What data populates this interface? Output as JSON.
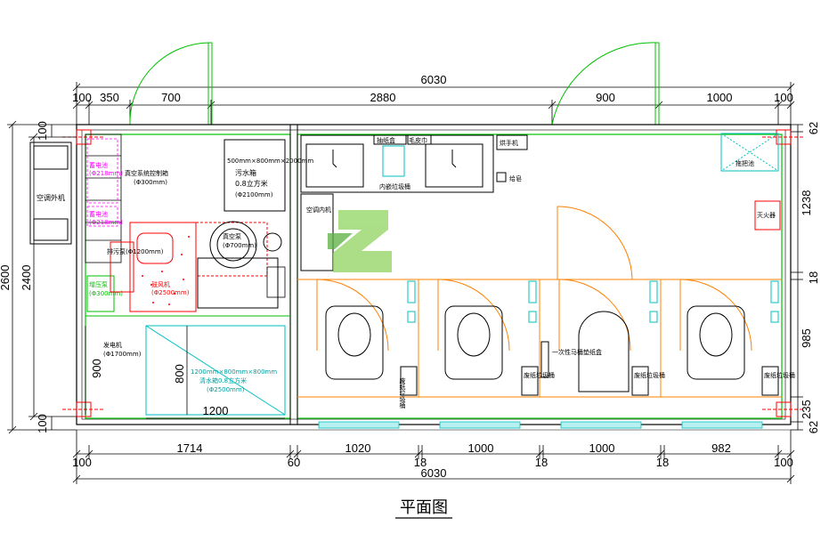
{
  "drawing": {
    "title": "平面图",
    "dims_top": {
      "total": "6030",
      "segments": [
        "100",
        "350",
        "700",
        "2880",
        "900",
        "1000",
        "100"
      ]
    },
    "dims_bottom": {
      "total": "6030",
      "segments": [
        "100",
        "1714",
        "60",
        "1020",
        "18",
        "1000",
        "18",
        "1000",
        "18",
        "982",
        "100"
      ]
    },
    "dims_left": {
      "total": "2600",
      "inner": "2400",
      "top": "100",
      "bottom": "100",
      "mid": "900",
      "inner_800": "800",
      "inner_1200": "1200"
    },
    "dims_right": [
      "62",
      "1238",
      "18",
      "985",
      "235",
      "62"
    ],
    "labels": {
      "ac_outdoor": "空调外机",
      "battery1": "蓄电池",
      "battery1_spec": "(Φ218mm)",
      "battery2": "蓄电池",
      "battery2_spec": "(Φ218mm)",
      "vacuum_ctrl": "真空系统控制箱",
      "vacuum_ctrl_spec": "(Φ300mm)",
      "sewage_tank": "污水箱",
      "sewage_tank_spec1": "500mm×800mm×2000mm",
      "sewage_tank_spec2": "0.8立方米",
      "sewage_tank_spec3": "(Φ2100mm)",
      "vacuum_pump": "真空泵",
      "vacuum_pump_spec": "(Φ700mm)",
      "sewage_pump": "排污泵(Φ1200mm)",
      "blower": "鼓风机",
      "blower_spec": "(Φ2500mm)",
      "booster": "增压泵",
      "booster_spec": "(Φ300mm)",
      "generator": "发电机",
      "generator_spec": "(Φ1700mm)",
      "clean_tank1": "1200mm×800mm×800mm",
      "clean_tank2": "清水箱0.8立方米",
      "clean_tank3": "(Φ2500mm)",
      "ac_indoor": "空调内机",
      "tissue_box": "抽纸盒",
      "hand_sanitizer": "毛皮巾",
      "hand_dryer": "烘手机",
      "waste_bin_inner": "内嵌垃圾桶",
      "soap": "给皂",
      "mop_pool": "拖把池",
      "extinguisher": "灭火器",
      "trash1": "废纸垃圾桶",
      "trash2": "废纸垃圾桶",
      "trash3": "废纸垃圾桶",
      "trash4": "废纸垃圾桶",
      "disposable": "一次性马桶垫纸盒"
    },
    "colors": {
      "wall": "#000000",
      "green": "#00c000",
      "red": "#ff0000",
      "magenta": "#ff00ff",
      "cyan": "#00ffff",
      "orange": "#ff8000",
      "blue": "#0000ff"
    }
  }
}
